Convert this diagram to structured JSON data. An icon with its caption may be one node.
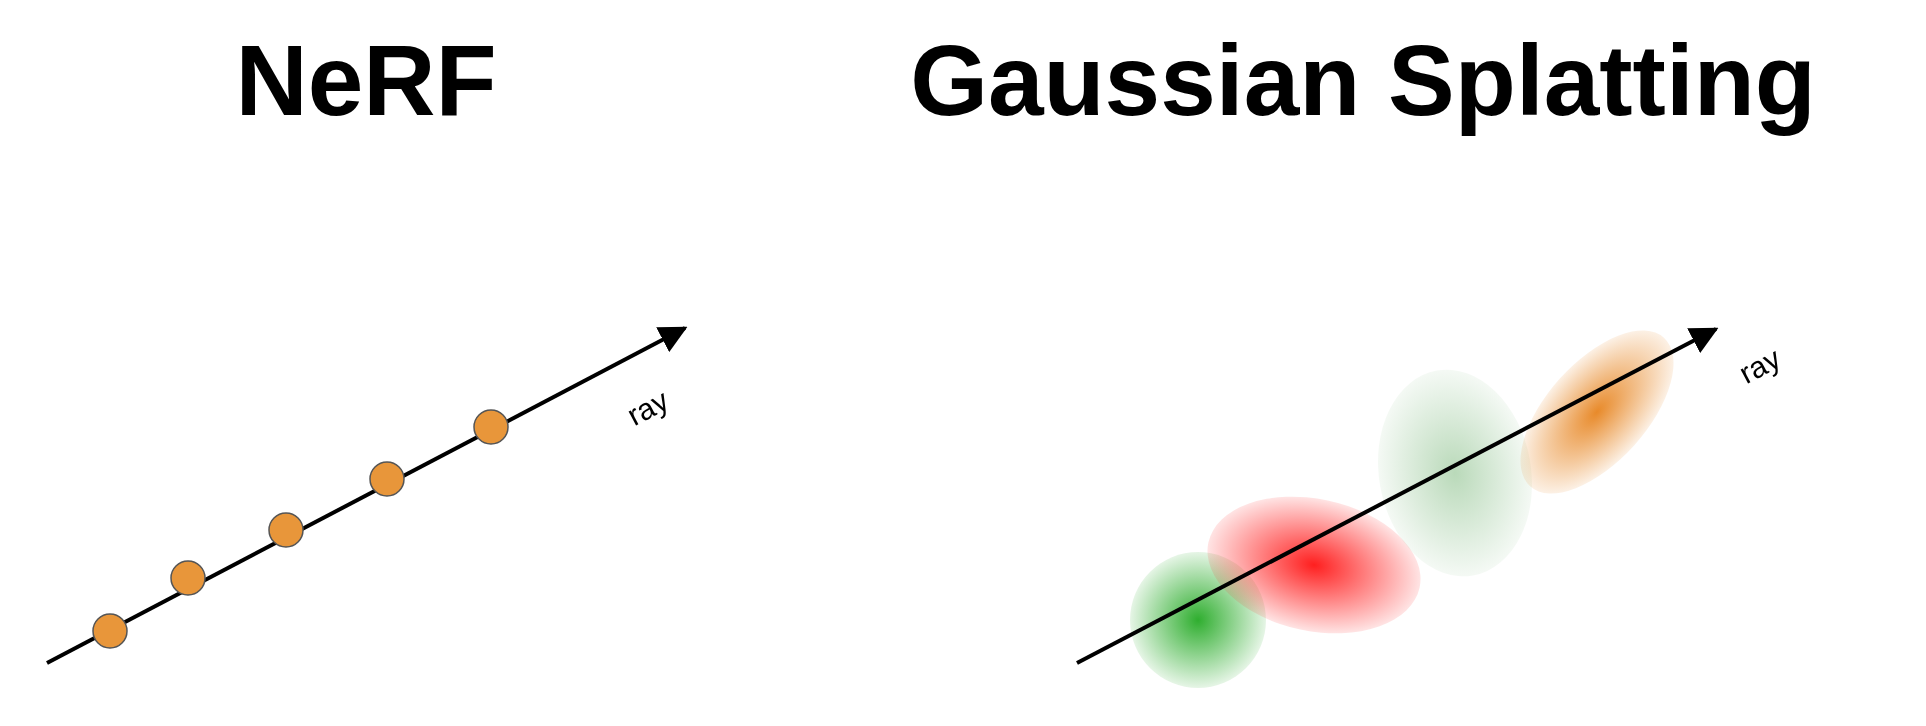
{
  "diagram": {
    "labels": [
      "NeRF",
      "Gaussian Splatting",
      "ray",
      "ray"
    ]
  }
}
